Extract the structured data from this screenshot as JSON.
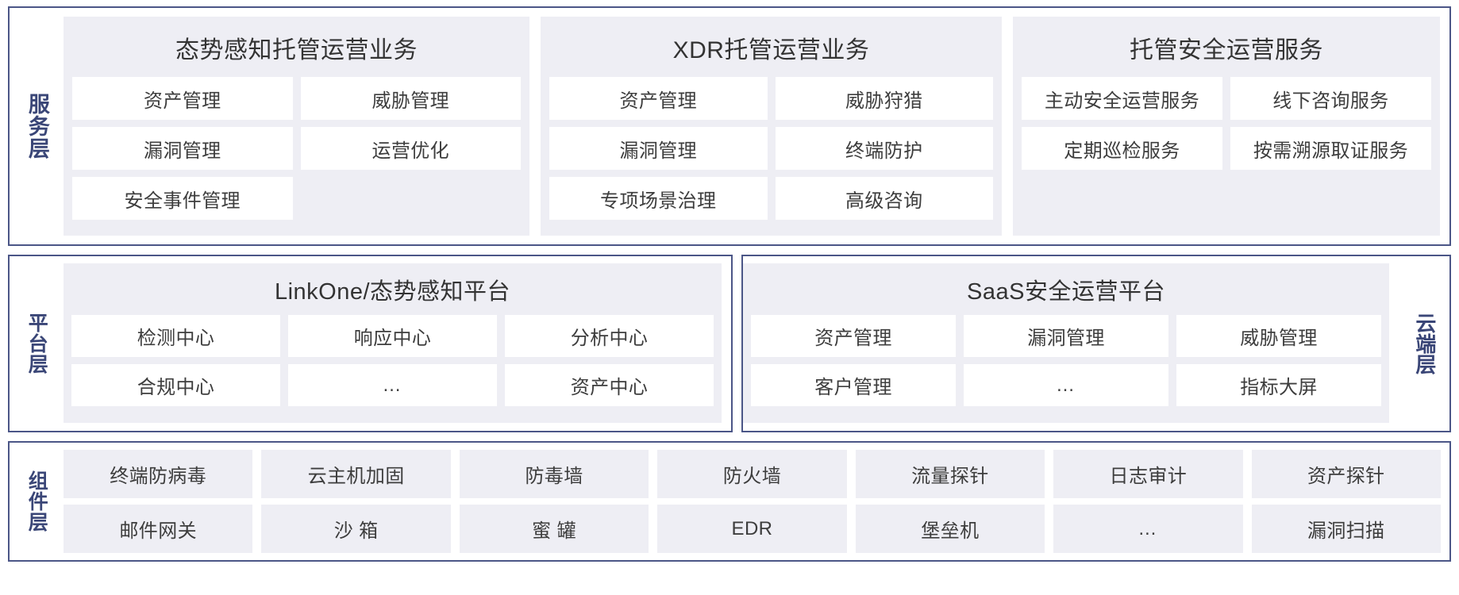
{
  "colors": {
    "border": "#4b5687",
    "label_text": "#3a4677",
    "group_bg": "#eeeef4",
    "card_bg": "#ffffff",
    "component_card_bg": "#eeeef4",
    "body_text": "#3d3d3d",
    "page_bg": "#ffffff"
  },
  "service_layer": {
    "label": "服务层",
    "groups": [
      {
        "title": "态势感知托管运营业务",
        "cards": [
          "资产管理",
          "威胁管理",
          "漏洞管理",
          "运营优化",
          "安全事件管理"
        ]
      },
      {
        "title": "XDR托管运营业务",
        "cards": [
          "资产管理",
          "威胁狩猎",
          "漏洞管理",
          "终端防护",
          "专项场景治理",
          "高级咨询"
        ]
      },
      {
        "title": "托管安全运营服务",
        "cards": [
          "主动安全运营服务",
          "线下咨询服务",
          "定期巡检服务",
          "按需溯源取证服务"
        ]
      }
    ]
  },
  "platform_layer": {
    "label": "平台层",
    "cloud_label": "云端层",
    "groups": [
      {
        "title": "LinkOne/态势感知平台",
        "cards": [
          "检测中心",
          "响应中心",
          "分析中心",
          "合规中心",
          "…",
          "资产中心"
        ]
      },
      {
        "title": "SaaS安全运营平台",
        "cards": [
          "资产管理",
          "漏洞管理",
          "威胁管理",
          "客户管理",
          "…",
          "指标大屏"
        ]
      }
    ]
  },
  "component_layer": {
    "label": "组件层",
    "cards": [
      "终端防病毒",
      "云主机加固",
      "防毒墙",
      "防火墙",
      "流量探针",
      "日志审计",
      "资产探针",
      "邮件网关",
      "沙 箱",
      "蜜 罐",
      "EDR",
      "堡垒机",
      "…",
      "漏洞扫描"
    ]
  }
}
